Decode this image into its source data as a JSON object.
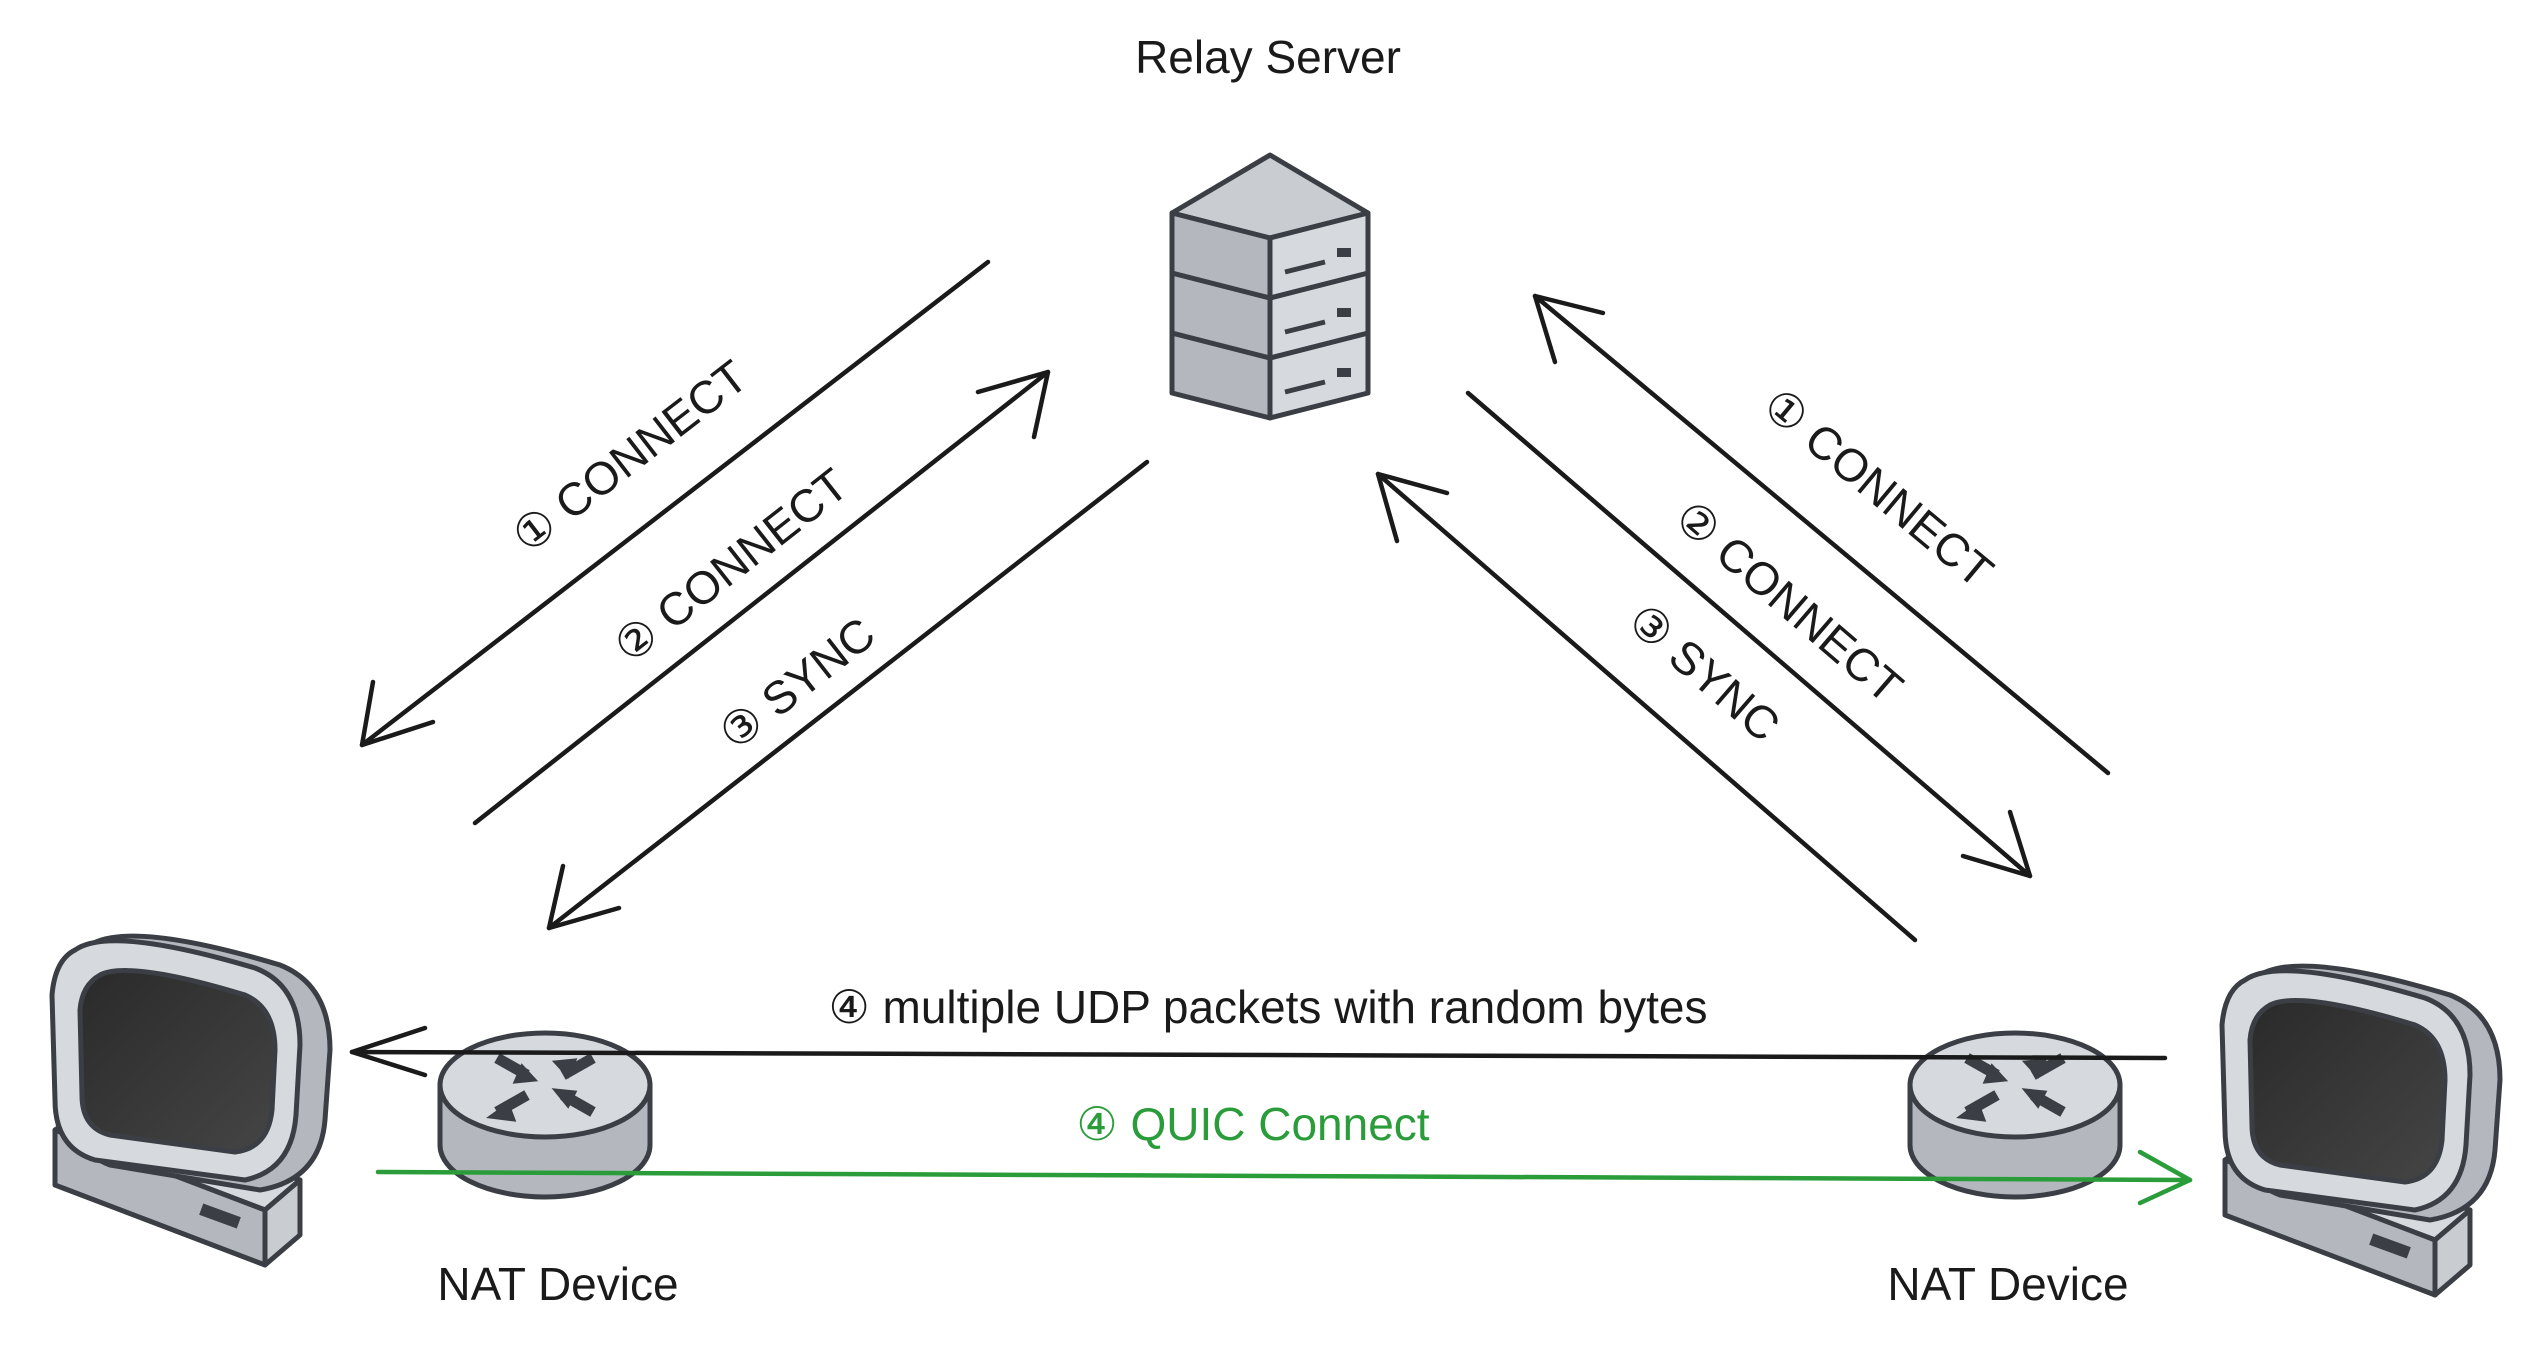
{
  "nodes": {
    "relay_server": {
      "label": "Relay Server"
    },
    "left_nat": {
      "label": "NAT Device"
    },
    "right_nat": {
      "label": "NAT Device"
    }
  },
  "edges": {
    "left_connect_1": "① CONNECT",
    "left_connect_2": "② CONNECT",
    "left_sync_3": "③ SYNC",
    "right_connect_1": "① CONNECT",
    "right_connect_2": "② CONNECT",
    "right_sync_3": "③ SYNC",
    "udp_packets_4": "④ multiple UDP packets with random bytes",
    "quic_connect_4": "④ QUIC Connect"
  },
  "colors": {
    "line": "#1a1a1a",
    "quic": "#2a9d3a",
    "device_fill": "#c9ccd1",
    "screen": "#3a3a3a"
  }
}
